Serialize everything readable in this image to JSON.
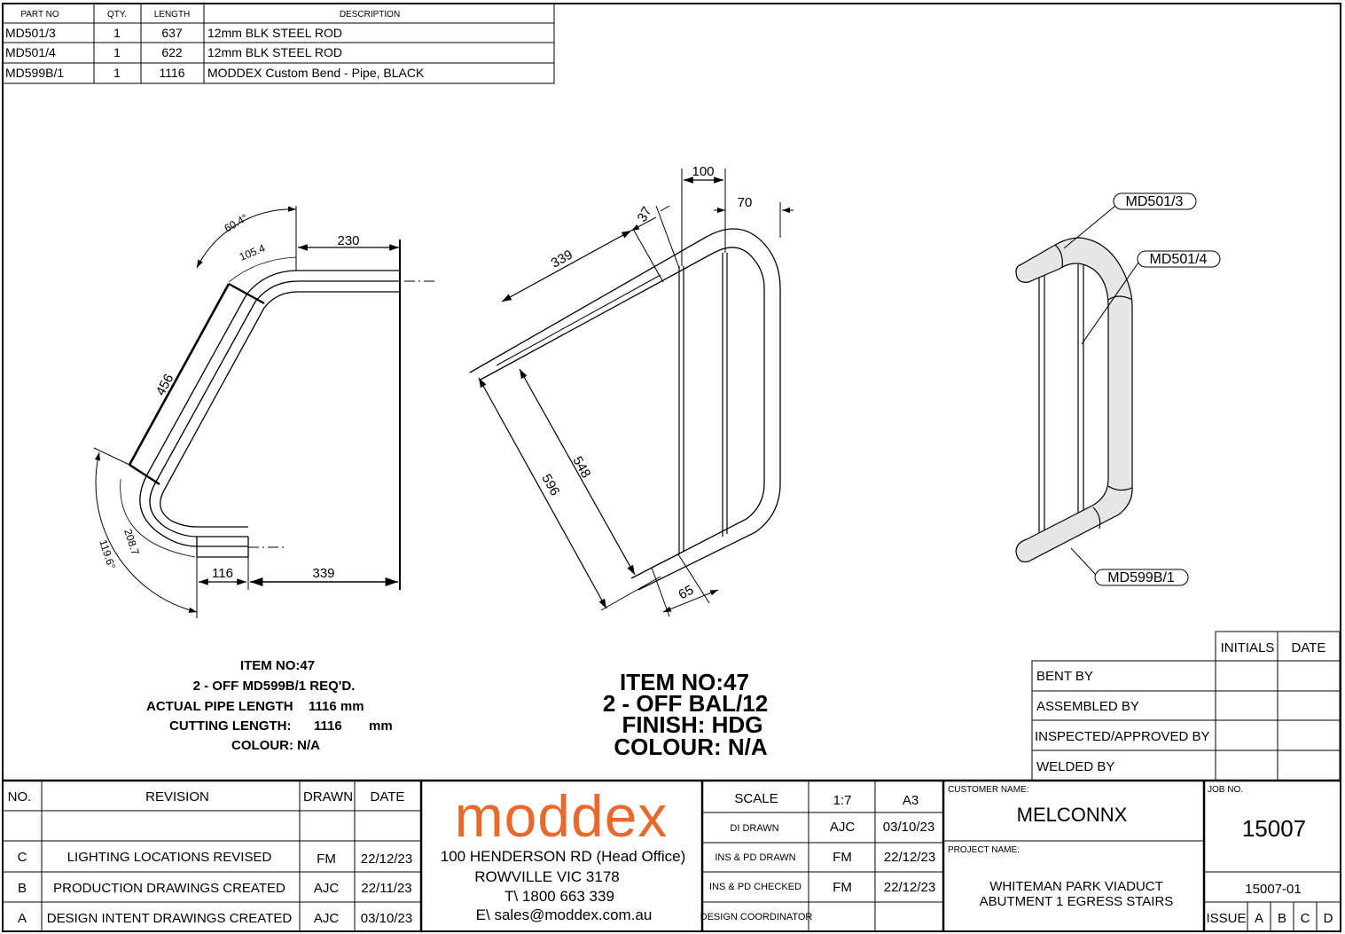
{
  "parts_table": {
    "headers": [
      "PART NO",
      "QTY.",
      "LENGTH",
      "DESCRIPTION"
    ],
    "rows": [
      [
        "MD501/3",
        "1",
        "637",
        "12mm BLK STEEL ROD"
      ],
      [
        "MD501/4",
        "1",
        "622",
        "12mm BLK STEEL ROD"
      ],
      [
        "MD599B/1",
        "1",
        "1116",
        "MODDEX Custom Bend - Pipe, BLACK"
      ]
    ]
  },
  "side_view_dims": {
    "angle_top": "60.4°",
    "arc_top": "105.4",
    "top_straight": "230",
    "diagonal": "456",
    "arc_bottom": "208.7",
    "angle_bottom": "119.6°",
    "bottom_short": "116",
    "bottom_long": "339"
  },
  "front_view_dims": {
    "d100": "100",
    "d70": "70",
    "d37": "37",
    "d339": "339",
    "d548": "548",
    "d596": "596",
    "d65": "65"
  },
  "callouts": [
    "MD501/3",
    "MD501/4",
    "MD599B/1"
  ],
  "notes_left": {
    "item": "ITEM NO:47",
    "req": "2 - OFF MD599B/1 REQ'D.",
    "pipe_label": "ACTUAL PIPE LENGTH",
    "pipe_value": "1116 mm",
    "cut_label": "CUTTING LENGTH:",
    "cut_value": "1116",
    "cut_unit": "mm",
    "colour": "COLOUR: N/A"
  },
  "notes_center": {
    "item": "ITEM NO:47",
    "off": "2 - OFF BAL/12",
    "finish": "FINISH: HDG",
    "colour": "COLOUR: N/A"
  },
  "signoff": {
    "headers": [
      "INITIALS",
      "DATE"
    ],
    "rows": [
      "BENT BY",
      "ASSEMBLED BY",
      "INSPECTED/APPROVED BY",
      "WELDED BY"
    ]
  },
  "revisions": {
    "headers": [
      "NO.",
      "REVISION",
      "DRAWN",
      "DATE"
    ],
    "rows": [
      [
        "",
        "",
        "",
        ""
      ],
      [
        "C",
        "LIGHTING LOCATIONS REVISED",
        "FM",
        "22/12/23"
      ],
      [
        "B",
        "PRODUCTION DRAWINGS CREATED",
        "AJC",
        "22/11/23"
      ],
      [
        "A",
        "DESIGN INTENT DRAWINGS CREATED",
        "AJC",
        "03/10/23"
      ]
    ]
  },
  "company": {
    "logo": "moddex",
    "address1": "100 HENDERSON RD (Head Office)",
    "address2": "ROWVILLE VIC 3178",
    "phone": "T\\ 1800 663 339",
    "email": "E\\ sales@moddex.com.au"
  },
  "scale_block": {
    "scale_label": "SCALE",
    "scale": "1:7",
    "size": "A3",
    "rows": [
      [
        "DI DRAWN",
        "AJC",
        "03/10/23"
      ],
      [
        "INS & PD DRAWN",
        "FM",
        "22/12/23"
      ],
      [
        "INS & PD CHECKED",
        "FM",
        "22/12/23"
      ],
      [
        "DESIGN COORDINATOR",
        "",
        ""
      ]
    ]
  },
  "customer": {
    "label": "CUSTOMER NAME:",
    "name": "MELCONNX",
    "project_label": "PROJECT NAME:",
    "project_line1": "WHITEMAN PARK VIADUCT",
    "project_line2": "ABUTMENT 1 EGRESS STAIRS"
  },
  "job": {
    "label": "JOB NO.",
    "number": "15007",
    "drawing_no": "15007-01",
    "issue_label": "ISSUE",
    "issues": [
      "A",
      "B",
      "C",
      "D"
    ]
  },
  "colors": {
    "logo": "#e8692b",
    "rod_fill": "#e6e6e6"
  }
}
